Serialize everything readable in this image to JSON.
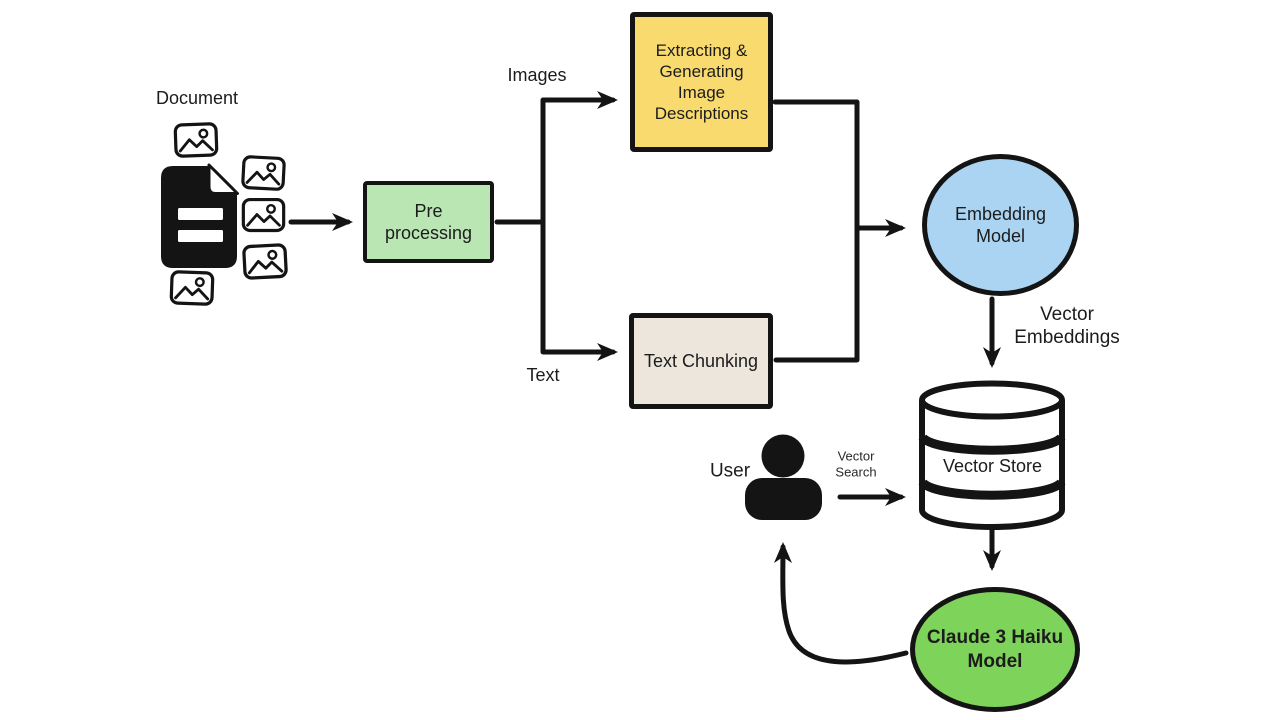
{
  "colors": {
    "background": "#ffffff",
    "stroke": "#141414",
    "preprocessing_fill": "#b9e6b3",
    "image_descriptions_fill": "#f8da6e",
    "text_chunking_fill": "#ece6dc",
    "embedding_model_fill": "#aad4f2",
    "vector_store_fill": "#ffffff",
    "claude_model_fill": "#7ed45a"
  },
  "nodes": {
    "document": {
      "label": "Document"
    },
    "preprocessing": {
      "line1": "Pre",
      "line2": "processing"
    },
    "image_descriptions": {
      "line1": "Extracting &",
      "line2": "Generating",
      "line3": "Image",
      "line4": "Descriptions"
    },
    "text_chunking": {
      "label": "Text Chunking"
    },
    "embedding_model": {
      "line1": "Embedding",
      "line2": "Model"
    },
    "vector_store": {
      "label": "Vector Store"
    },
    "claude_model": {
      "line1": "Claude 3 Haiku",
      "line2": "Model"
    },
    "user": {
      "label": "User"
    }
  },
  "edges": {
    "images_branch": {
      "label": "Images"
    },
    "text_branch": {
      "label": "Text"
    },
    "vector_embeddings": {
      "line1": "Vector",
      "line2": "Embeddings"
    },
    "vector_search": {
      "line1": "Vector",
      "line2": "Search"
    }
  }
}
